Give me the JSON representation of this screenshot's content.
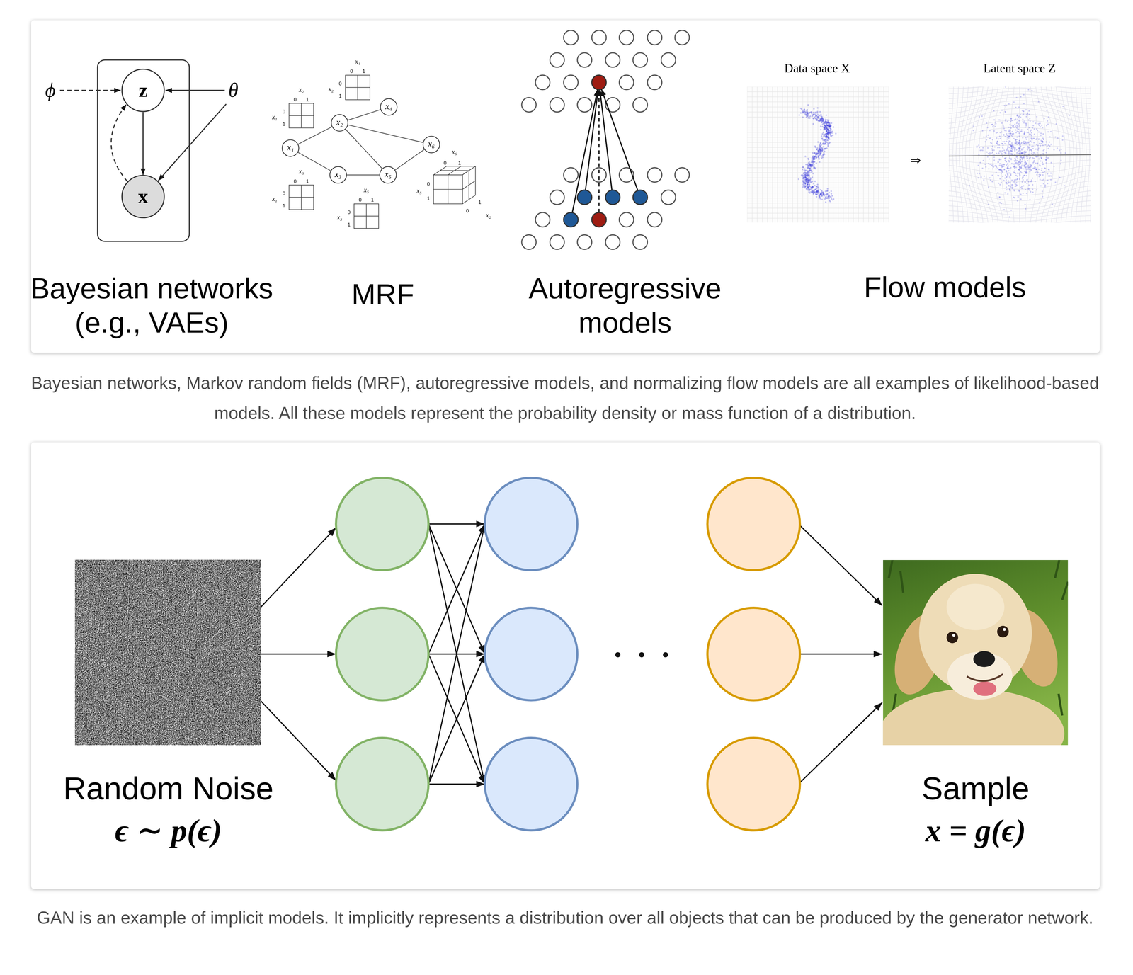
{
  "diagram": {
    "nodes": [
      {
        "text": [
          "z"
        ]
      },
      {
        "text": [
          "x"
        ]
      },
      {
        "text": [
          "x₁"
        ]
      },
      {
        "text": [
          "x₂"
        ]
      },
      {
        "text": [
          "x₃"
        ]
      },
      {
        "text": [
          "x₄"
        ]
      },
      {
        "text": [
          "x₅"
        ]
      },
      {
        "text": [
          "x₆"
        ]
      }
    ],
    "edges": [
      {
        "from": 0,
        "to": 1,
        "arrow": "to"
      },
      {
        "from": 1,
        "to": 0,
        "arrow": "to"
      },
      {
        "from": 2,
        "to": 3,
        "arrow": "none"
      },
      {
        "from": 2,
        "to": 4,
        "arrow": "none"
      },
      {
        "from": 3,
        "to": 5,
        "arrow": "none"
      },
      {
        "from": 3,
        "to": 7,
        "arrow": "none"
      },
      {
        "from": 3,
        "to": 6,
        "arrow": "none"
      },
      {
        "from": 4,
        "to": 6,
        "arrow": "none"
      },
      {
        "from": 6,
        "to": 7,
        "arrow": "none"
      }
    ],
    "labels": [
      "Bayesian networks (e.g., VAEs)",
      "MRF",
      "Autoregressive models",
      "Flow models",
      "ϕ",
      "θ",
      "x₂",
      "0",
      "1",
      "x₁",
      "0",
      "1",
      "x₄",
      "0",
      "1",
      "x₂",
      "0",
      "1",
      "x₃",
      "0",
      "1",
      "x₁",
      "0",
      "1",
      "x₅",
      "0",
      "1",
      "x₃",
      "0",
      "1",
      "x₆",
      "0",
      "1",
      "x₅",
      "0",
      "1",
      "x₂",
      "0",
      "1",
      "Data space X",
      "⇒",
      "Latent space Z",
      "Bayesian networks, Markov random fields (MRF), autoregressive models, and normalizing flow models are all examples of likelihood-based models. All these models represent the probability density or mass function of a distribution.",
      "Random Noise",
      "ϵ ∼ p(ϵ)",
      "Sample",
      "x = g(ϵ)",
      "GAN is an example of implicit models. It implicitly represents a distribution over all objects that can be produced by the generator network."
    ]
  }
}
